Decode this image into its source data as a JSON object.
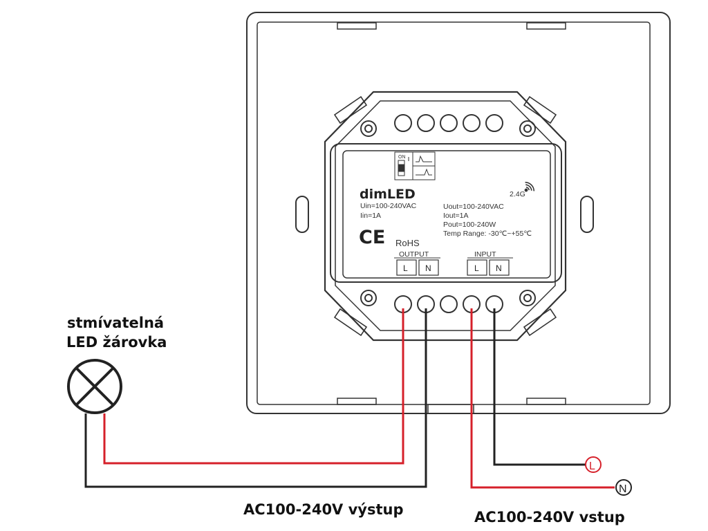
{
  "device": {
    "brand": "dimLED",
    "uin": "Uin=100-240VAC",
    "iin": "Iin=1A",
    "uout": "Uout=100-240VAC",
    "iout": "Iout=1A",
    "pout": "Pout=100-240W",
    "temp_range": "Temp Range: -30℃~+55℃",
    "ce_mark": "CE",
    "rohs": "RoHS",
    "wireless": "2.4G",
    "switch_on": "ON",
    "output_label": "OUTPUT",
    "input_label": "INPUT",
    "terminals": {
      "L": "L",
      "N": "N"
    }
  },
  "lamp": {
    "line1": "stmívatelná",
    "line2": "LED žárovka"
  },
  "mains_markers": {
    "L": "L",
    "N": "N"
  },
  "captions": {
    "output": "AC100-240V výstup",
    "input": "AC100-240V vstup"
  },
  "colors": {
    "line_wire": "#d6202a",
    "neutral_wire": "#222222",
    "outline": "#333333"
  }
}
